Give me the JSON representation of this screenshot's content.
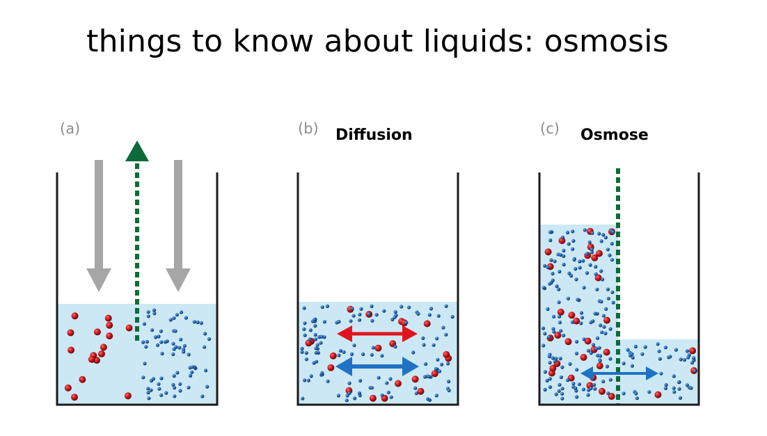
{
  "title": "things to know about liquids: osmosis",
  "panels": [
    {
      "letter": "(a)",
      "heading": ""
    },
    {
      "letter": "(b)",
      "heading": "Diffusion"
    },
    {
      "letter": "(c)",
      "heading": "Osmose"
    }
  ],
  "colors": {
    "water": "#cce8f4",
    "solute_particle": "#c4161c",
    "water_particle": "#1f63ad",
    "membrane": "#0d6b3a",
    "gravity_arrow": "#a6a6a6",
    "diffusion_red_arrow": "#e0141e",
    "diffusion_blue_arrow": "#1f72c4",
    "container_wall": "#1a1a1a"
  }
}
